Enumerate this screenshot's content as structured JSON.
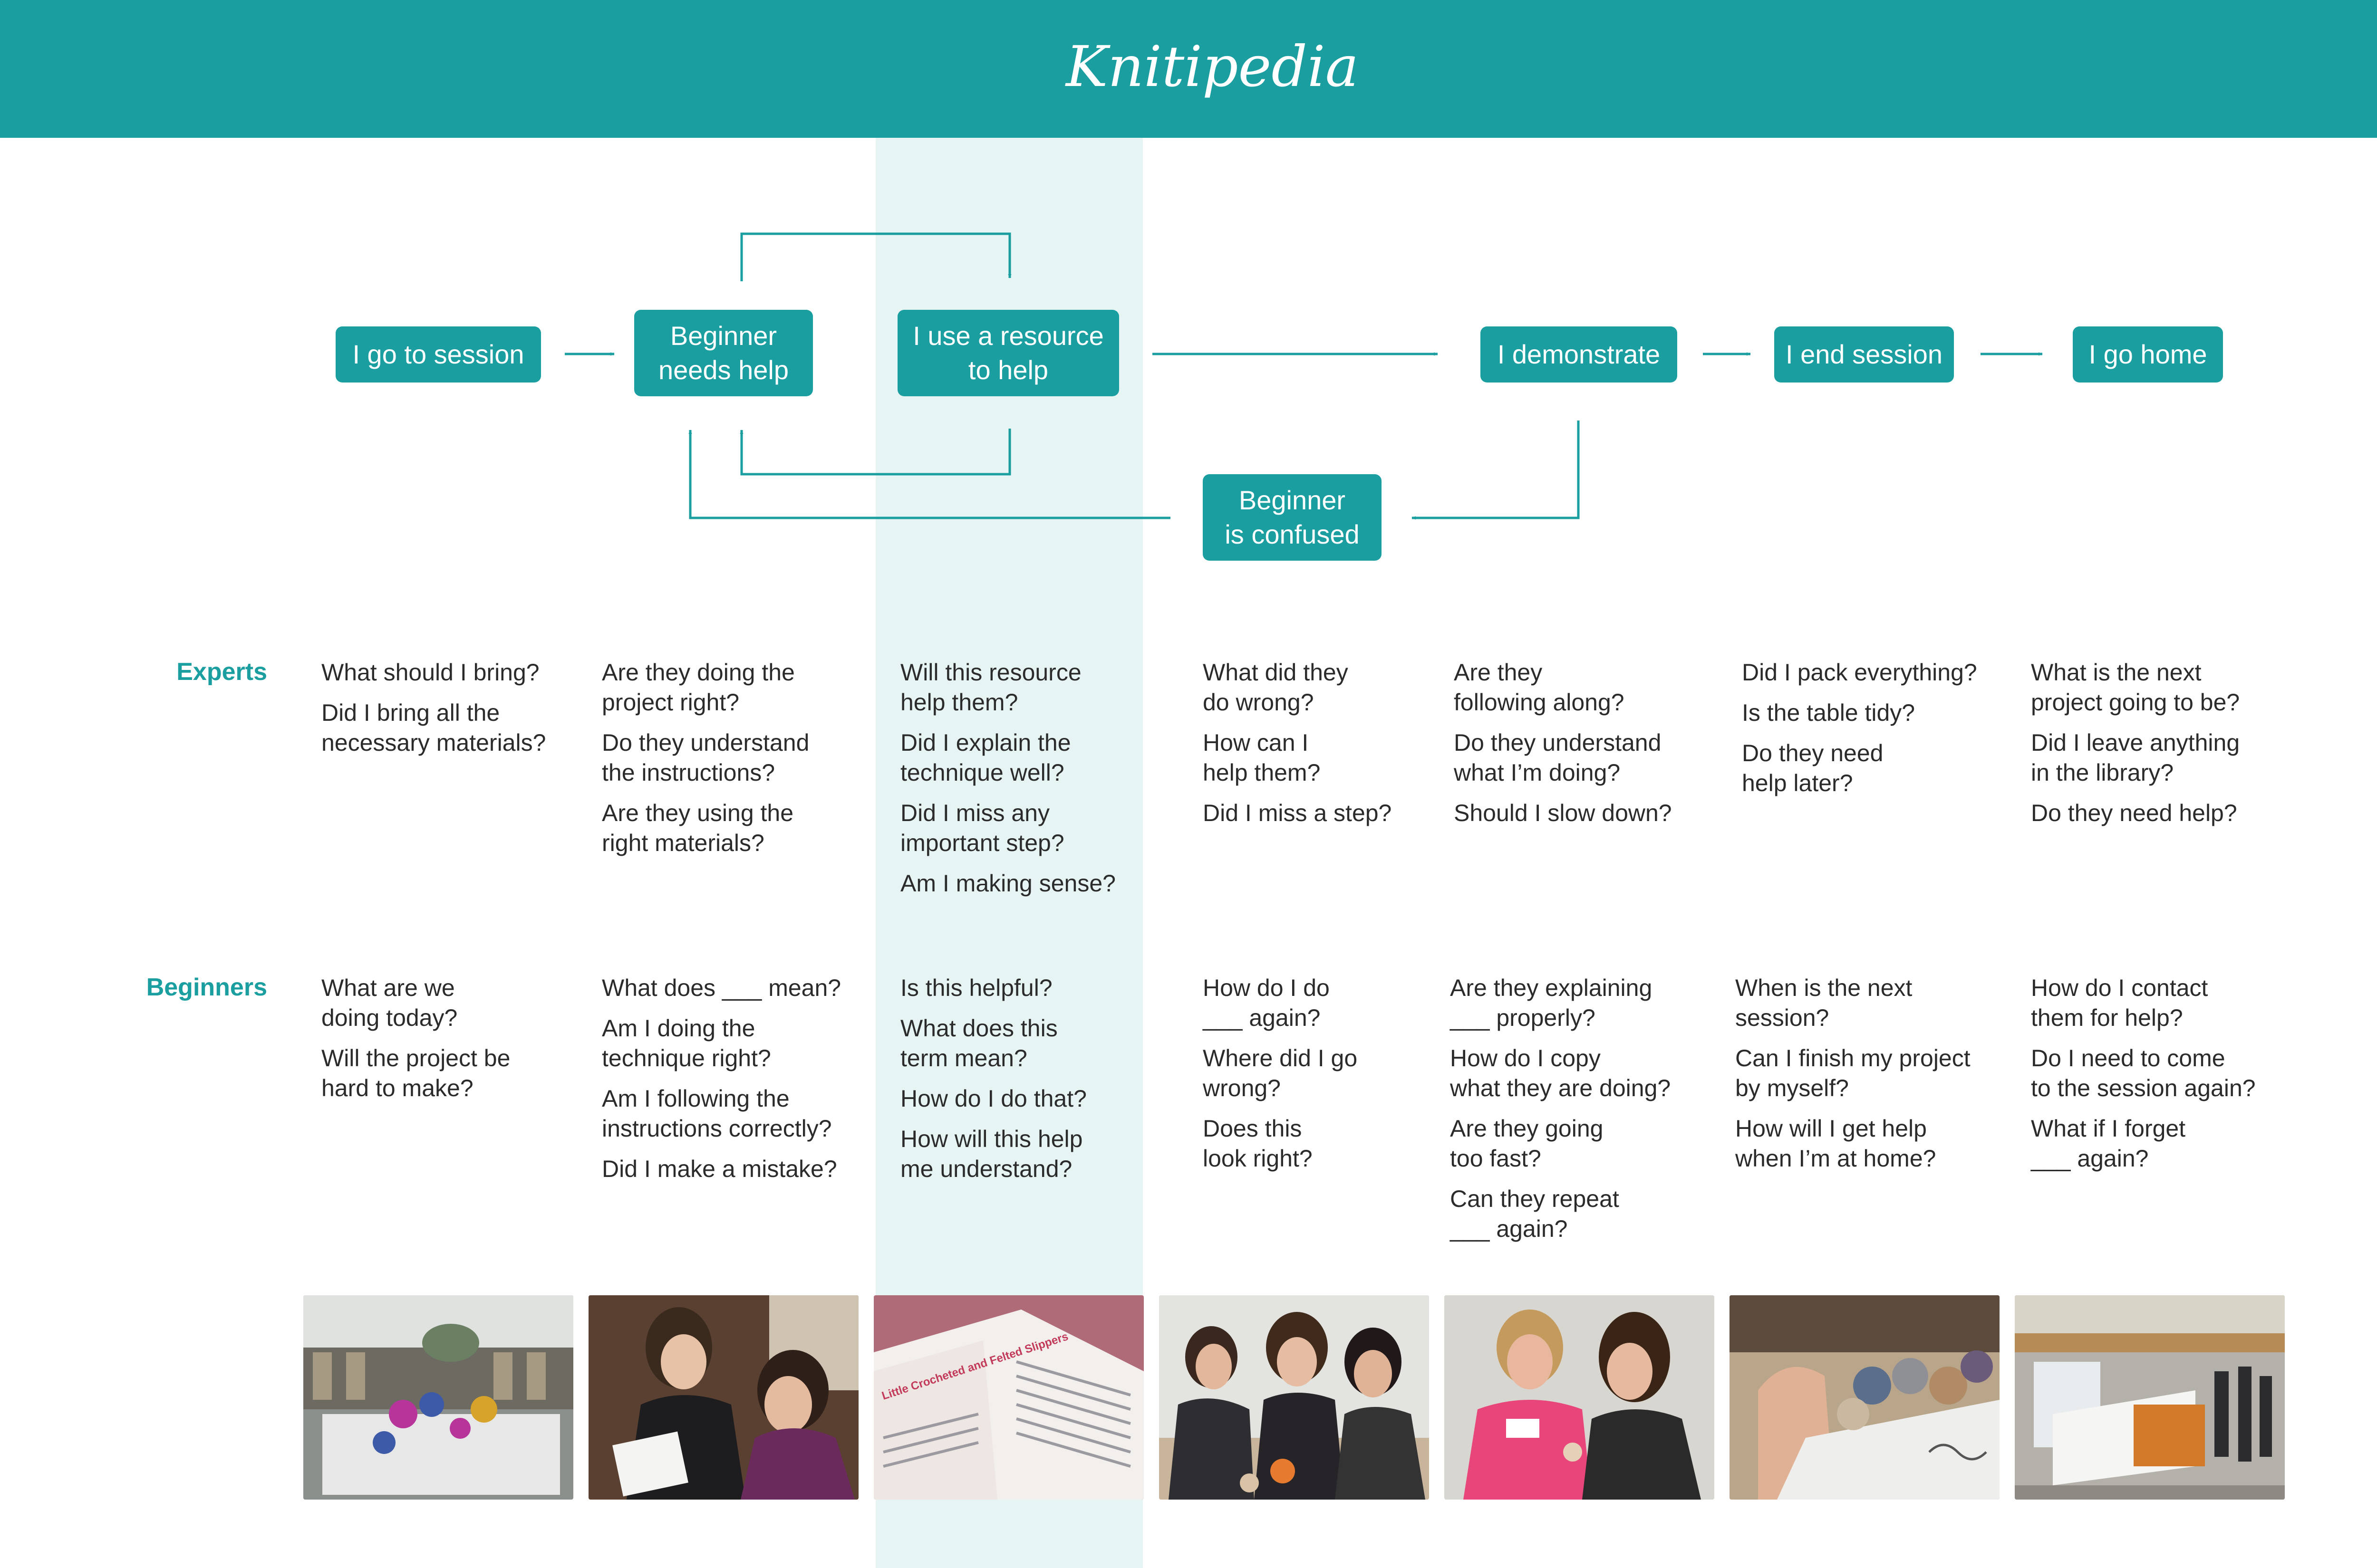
{
  "header": {
    "brand": "Knitipedia"
  },
  "flow": {
    "nodes": {
      "go_to_session": "I go to session",
      "beginner_needs_help": "Beginner\nneeds help",
      "use_resource": "I use a resource\nto help",
      "demonstrate": "I demonstrate",
      "end_session": "I end session",
      "go_home": "I go home",
      "beginner_confused": "Beginner\nis confused"
    }
  },
  "rows": {
    "experts_label": "Experts",
    "beginners_label": "Beginners"
  },
  "experts": [
    [
      "What should I bring?",
      "Did I bring all the\nnecessary materials?"
    ],
    [
      "Are they doing the\nproject right?",
      "Do they understand\nthe instructions?",
      "Are they using the\nright materials?"
    ],
    [
      "Will this resource\nhelp them?",
      "Did I explain the\ntechnique well?",
      "Did I miss any\nimportant step?",
      "Am I making sense?"
    ],
    [
      "What did they\ndo wrong?",
      "How can I\nhelp them?",
      "Did I miss a step?"
    ],
    [
      "Are they\nfollowing along?",
      "Do they understand\nwhat I’m doing?",
      "Should I slow down?"
    ],
    [
      "Did I pack everything?",
      "Is the table tidy?",
      "Do they need\nhelp later?"
    ],
    [
      "What is the next\nproject going to be?",
      "Did I leave anything\nin the library?",
      "Do they need help?"
    ]
  ],
  "beginners": [
    [
      "What are we\ndoing today?",
      "Will the project be\nhard to make?"
    ],
    [
      "What does ___ mean?",
      "Am I doing the\ntechnique right?",
      "Am I following the\ninstructions correctly?",
      "Did I make a mistake?"
    ],
    [
      "Is this helpful?",
      "What does this\nterm mean?",
      "How do I do that?",
      "How will this help\nme understand?"
    ],
    [
      "How do I do\n___ again?",
      "Where did I go\nwrong?",
      "Does this\nlook right?"
    ],
    [
      "Are they explaining\n___ properly?",
      "How do I copy\nwhat they are doing?",
      "Are they going\ntoo fast?",
      "Can they repeat\n___ again?"
    ],
    [
      "When is the next\nsession?",
      "Can I finish my project\nby myself?",
      "How will I get help\nwhen I’m at home?"
    ],
    [
      "How do I contact\nthem for help?",
      "Do I need to come\nto the session again?",
      "What if I forget\n___ again?"
    ]
  ],
  "photos": [
    {
      "subject": "library knitting session"
    },
    {
      "subject": "two women reading instructions"
    },
    {
      "subject": "pattern book Little Crocheted and Felted Slippers",
      "caption": "Little Crocheted and Felted Slippers"
    },
    {
      "subject": "group knitting together"
    },
    {
      "subject": "demonstrating a stitch"
    },
    {
      "subject": "yarn balls on table"
    },
    {
      "subject": "library service desk"
    }
  ],
  "colors": {
    "teal": "#1a9e9f",
    "highlight": "#e7f4f4",
    "text": "#2b2b2b"
  }
}
